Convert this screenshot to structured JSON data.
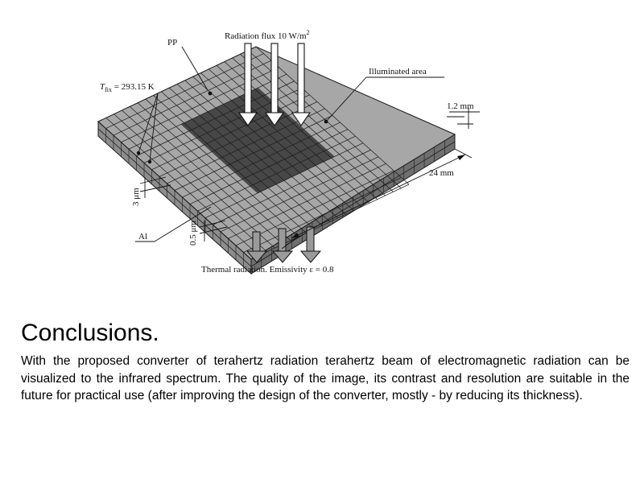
{
  "diagram": {
    "labels": {
      "flux_main": "Radiation flux 10 W/m",
      "flux_sup": "2",
      "pp": "PP",
      "illuminated": "Illuminated area",
      "tfix_t": "T",
      "tfix_sub": "fix",
      "tfix_val": " = 293.15 K",
      "dim_1_2": "1.2 mm",
      "dim_24": "24 mm",
      "dim_3um": "3 μm",
      "dim_0_5um": "0.5 μm",
      "al": "Al",
      "thermal_main": "Thermal radiation. Emissivity ε = 0.8"
    },
    "colors": {
      "cell_light": "#a7a7a7",
      "cell_dark": "#474747",
      "cell_front": "#8d8d8d",
      "cell_side": "#6f6f6f",
      "grid_line": "#1a1a1a",
      "arrow_fill": "#ffffff",
      "bottom_arrow_fill": "#9a9a9a"
    }
  },
  "conclusions": {
    "title": "Conclusions.",
    "body": "With the proposed converter of terahertz radiation terahertz beam of electromagnetic radiation can be visualized to the infrared spectrum. The quality of the image, its contrast and resolution are suitable in the future for practical use (after improving the design of the converter, mostly - by reducing its thickness)."
  }
}
